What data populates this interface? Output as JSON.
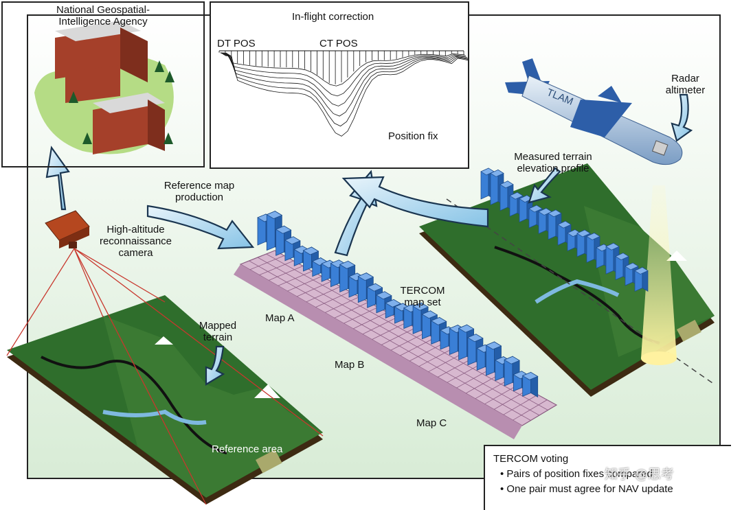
{
  "labels": {
    "nga": "National Geospatial-\nIntelligence Agency",
    "inflight": "In-flight correction",
    "dtpos": "DT POS",
    "ctpos": "CT POS",
    "posfix": "Position fix",
    "radar": "Radar\naltimeter",
    "tlam": "TLAM",
    "measured": "Measured terrain\nelevation profile",
    "refprod": "Reference map\nproduction",
    "camera": "High-altitude\nreconnaissance\ncamera",
    "tercom": "TERCOM\nmap set",
    "mapa": "Map A",
    "mapb": "Map B",
    "mapc": "Map C",
    "mapped": "Mapped\nterrain",
    "refarea": "Reference area"
  },
  "voting": {
    "title": "TERCOM voting",
    "items": [
      "Pairs of position fixes compared",
      "One pair must agree for NAV update"
    ]
  },
  "watermark": "知乎 @思考",
  "colors": {
    "bar": "#3a7fd6",
    "terrain": "#2f6e2c",
    "grid": "#c7a1c0",
    "arrow": "#bfe0f3",
    "building": "#a5402a"
  }
}
